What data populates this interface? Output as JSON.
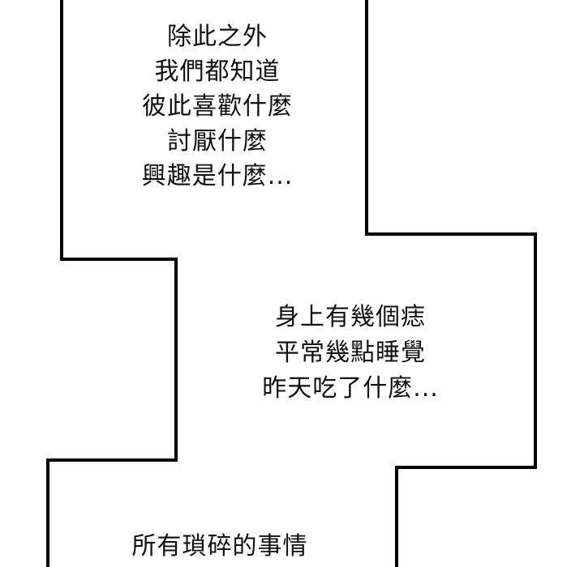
{
  "colors": {
    "background": "#ffffff",
    "border": "#000000",
    "text": "#111111"
  },
  "captions": {
    "top": {
      "lines": [
        "除此之外",
        "我們都知道",
        "彼此喜歡什麼",
        "討厭什麼",
        "興趣是什麼..."
      ]
    },
    "middle": {
      "lines": [
        "身上有幾個痣",
        "平常幾點睡覺",
        "昨天吃了什麼..."
      ]
    },
    "bottom": {
      "lines": [
        "所有瑣碎的事情"
      ]
    }
  }
}
